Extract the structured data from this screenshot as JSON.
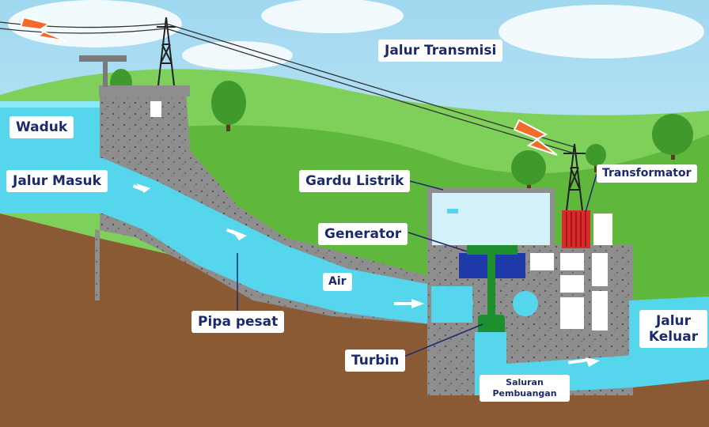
{
  "labels": {
    "transmission": "Jalur Transmisi",
    "reservoir": "Waduk",
    "intake": "Jalur Masuk",
    "substation": "Gardu Listrik",
    "transformer": "Transformator",
    "generator": "Generator",
    "water": "Air",
    "penstock": "Pipa pesat",
    "turbine": "Turbin",
    "outlet_line1": "Jalur",
    "outlet_line2": "Keluar",
    "drain_line1": "Saluran",
    "drain_line2": "Pembuangan"
  },
  "colors": {
    "sky": "#bfe6f5",
    "grass": "#6cc24a",
    "grass_dark": "#4a9a32",
    "earth": "#8a5a35",
    "concrete": "#8e8e8e",
    "water": "#55d6ec",
    "label_text": "#1c2a6b",
    "lightning": "#f26b2a",
    "transformer": "#d92b2b",
    "generator": "#1e8f2e"
  }
}
